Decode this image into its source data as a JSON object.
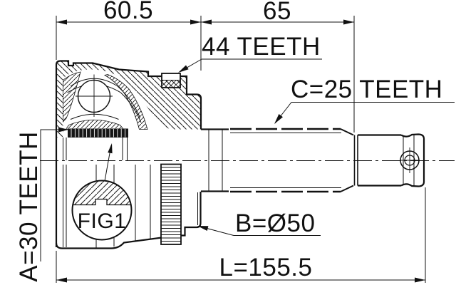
{
  "drawing": {
    "title": "CV joint technical drawing",
    "dim_top_left": "60.5",
    "dim_top_right": "65",
    "dim_length": "L=155.5",
    "label_abs_ring": "44 TEETH",
    "label_outer_spline": "C=25 TEETH",
    "label_inner_spline": "A=30 TEETH",
    "label_boot_diameter": "B=Ø50",
    "label_detail_balloon": "FIG1",
    "line_color": "#111111",
    "background_color": "#ffffff"
  }
}
